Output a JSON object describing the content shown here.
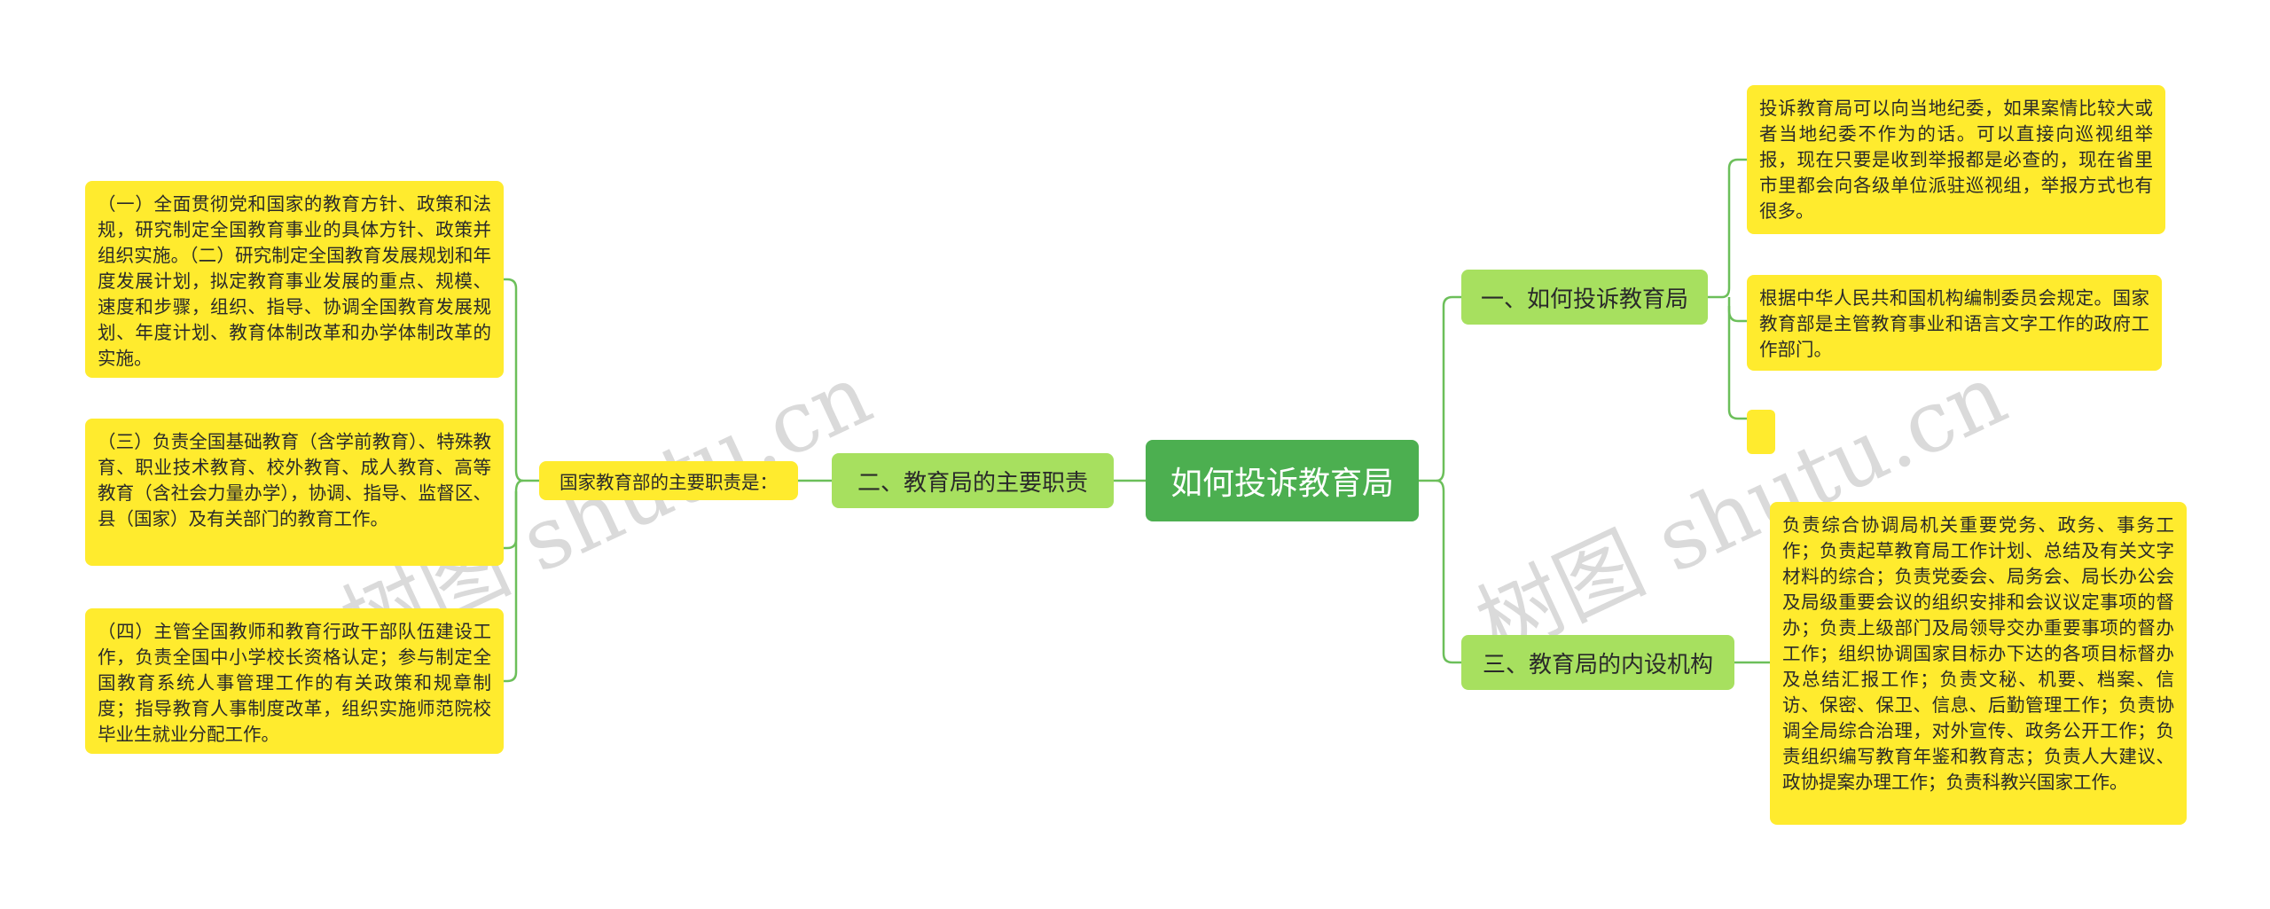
{
  "colors": {
    "center": "#4caf50",
    "branch": "#a7e05f",
    "leaf": "#ffeb2e",
    "line": "#6cbf5a"
  },
  "center": {
    "label": "如何投诉教育局"
  },
  "branches": {
    "b1": {
      "label": "一、如何投诉教育局",
      "leaves": [
        "投诉教育局可以向当地纪委，如果案情比较大或者当地纪委不作为的话。可以直接向巡视组举报，现在只要是收到举报都是必查的，现在省里市里都会向各级单位派驻巡视组，举报方式也有很多。",
        "根据中华人民共和国机构编制委员会规定。国家教育部是主管教育事业和语言文字工作的政府工作部门。"
      ]
    },
    "b2": {
      "label": "二、教育局的主要职责",
      "sub": "国家教育部的主要职责是：",
      "leaves": [
        "（一）全面贯彻党和国家的教育方针、政策和法规，研究制定全国教育事业的具体方针、政策并组织实施。（二）研究制定全国教育发展规划和年度发展计划，拟定教育事业发展的重点、规模、速度和步骤，组织、指导、协调全国教育发展规划、年度计划、教育体制改革和办学体制改革的实施。",
        "（三）负责全国基础教育（含学前教育）、特殊教育、职业技术教育、校外教育、成人教育、高等教育（含社会力量办学），协调、指导、监督区、县（国家）及有关部门的教育工作。",
        "（四）主管全国教师和教育行政干部队伍建设工作，负责全国中小学校长资格认定；参与制定全国教育系统人事管理工作的有关政策和规章制度；指导教育人事制度改革，组织实施师范院校毕业生就业分配工作。"
      ]
    },
    "b3": {
      "label": "三、教育局的内设机构",
      "leaves": [
        "负责综合协调局机关重要党务、政务、事务工作；负责起草教育局工作计划、总结及有关文字材料的综合；负责党委会、局务会、局长办公会及局级重要会议的组织安排和会议议定事项的督办；负责上级部门及局领导交办重要事项的督办工作；组织协调国家目标办下达的各项目标督办及总结汇报工作；负责文秘、机要、档案、信访、保密、保卫、信息、后勤管理工作；负责协调全局综合治理，对外宣传、政务公开工作；负责组织编写教育年鉴和教育志；负责人大建议、政协提案办理工作；负责科教兴国家工作。"
      ]
    }
  },
  "watermarks": [
    "树图 shutu.cn",
    "树图 shutu.cn"
  ]
}
